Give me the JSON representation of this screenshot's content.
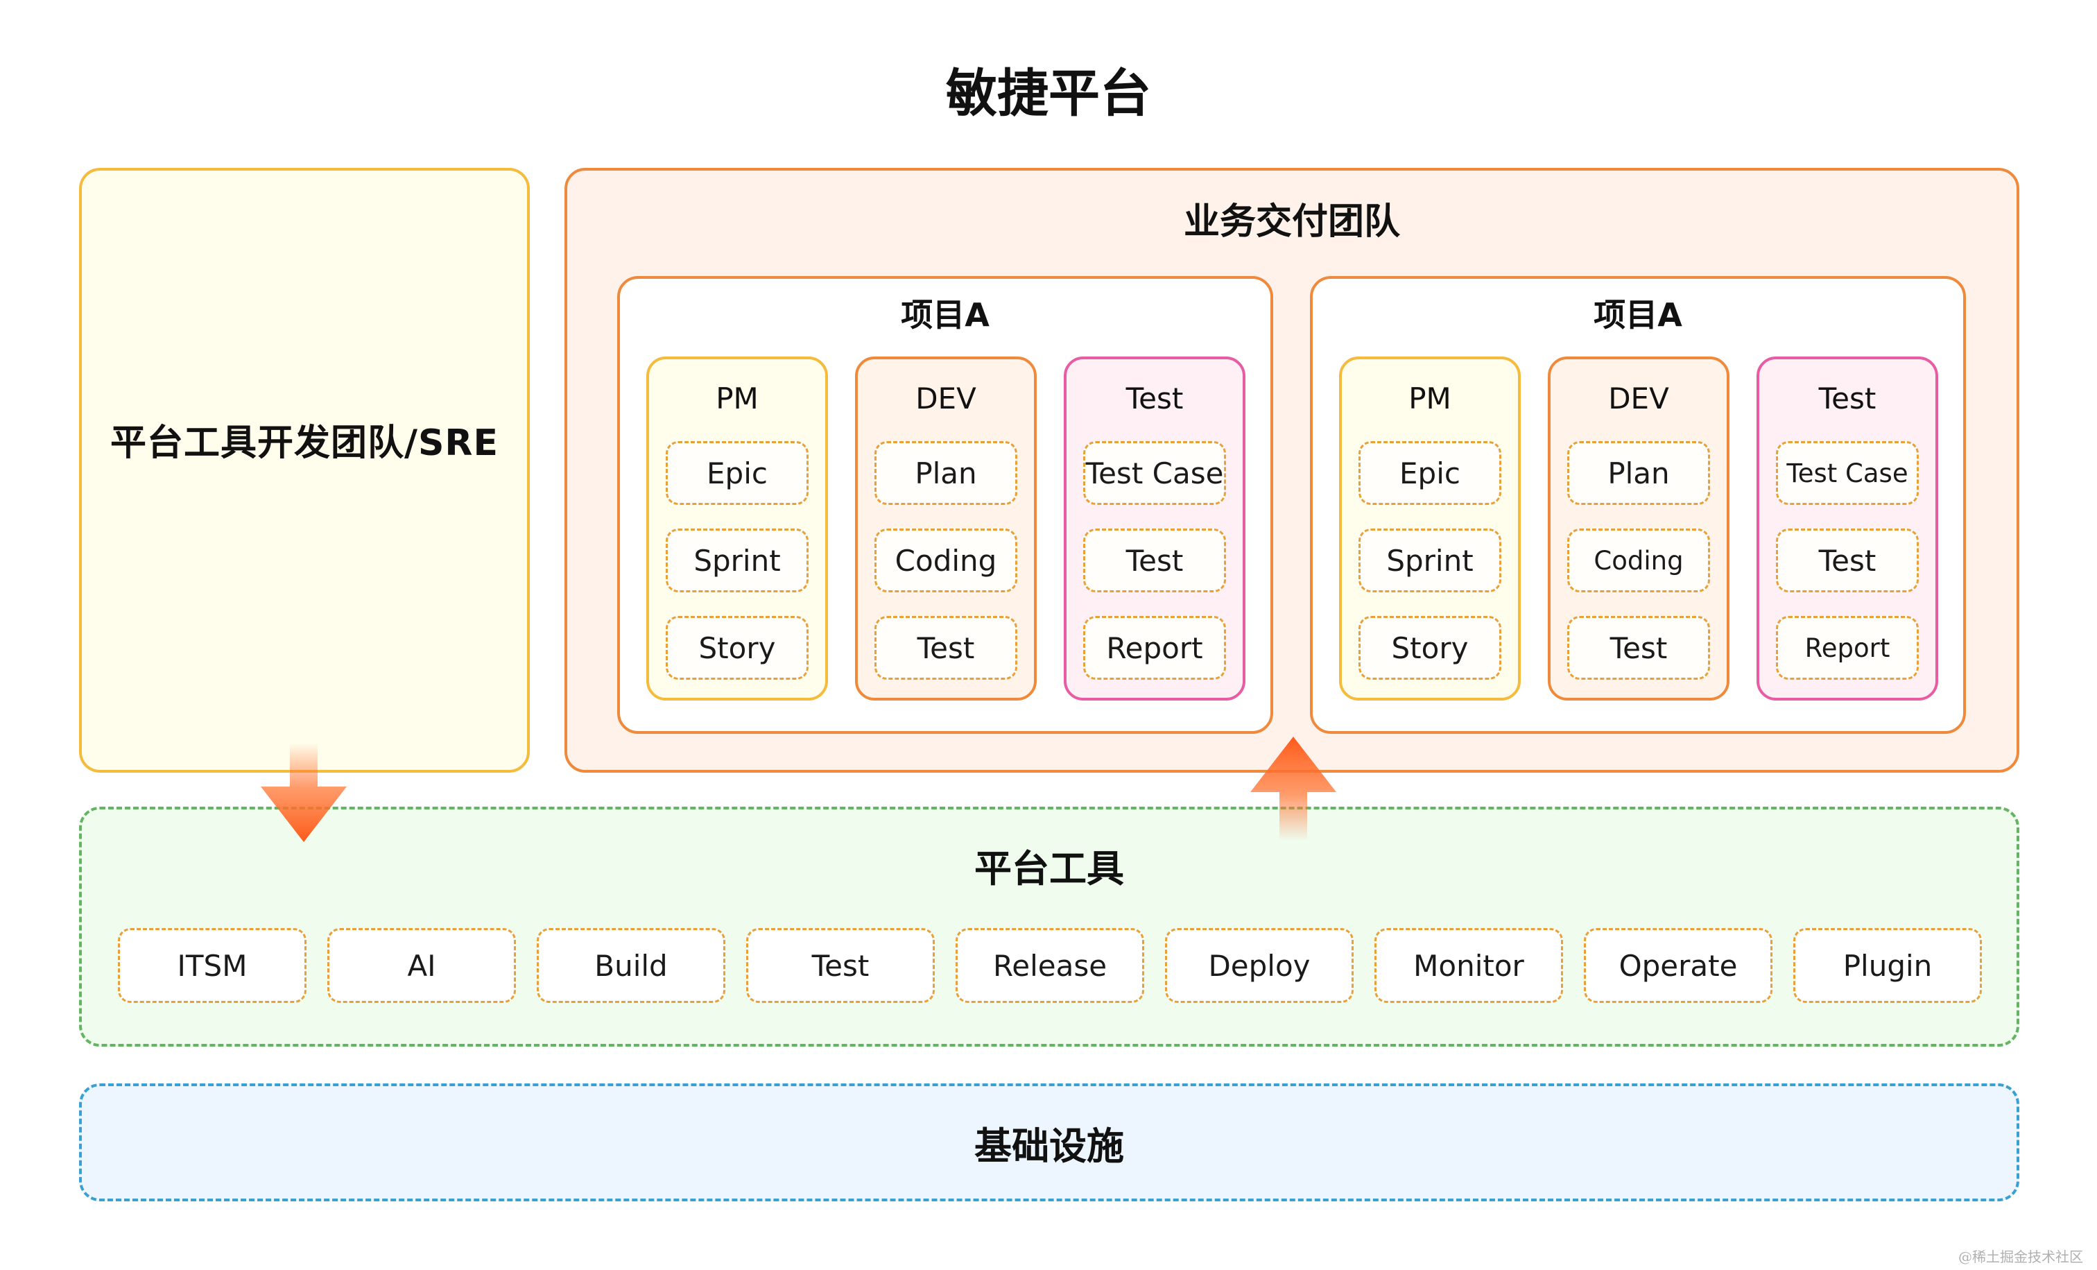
{
  "title": "敏捷平台",
  "sre_team": {
    "label": "平台工具开发团队/SRE"
  },
  "delivery": {
    "title": "业务交付团队",
    "projects": [
      {
        "title": "项目A",
        "columns": [
          {
            "title": "PM",
            "items": [
              "Epic",
              "Sprint",
              "Story"
            ]
          },
          {
            "title": "DEV",
            "items": [
              "Plan",
              "Coding",
              "Test"
            ]
          },
          {
            "title": "Test",
            "items": [
              "Test Case",
              "Test",
              "Report"
            ]
          }
        ]
      },
      {
        "title": "项目A",
        "columns": [
          {
            "title": "PM",
            "items": [
              "Epic",
              "Sprint",
              "Story"
            ]
          },
          {
            "title": "DEV",
            "items": [
              "Plan",
              "Coding",
              "Test"
            ]
          },
          {
            "title": "Test",
            "items": [
              "Test Case",
              "Test",
              "Report"
            ]
          }
        ]
      }
    ]
  },
  "platform_tools": {
    "title": "平台工具",
    "items": [
      "ITSM",
      "AI",
      "Build",
      "Test",
      "Release",
      "Deploy",
      "Monitor",
      "Operate",
      "Plugin"
    ]
  },
  "infrastructure": {
    "label": "基础设施"
  },
  "watermark": "@稀土掘金技术社区",
  "colors": {
    "pm_border": "#f4bb3c",
    "dev_border": "#ef8a3c",
    "test_border": "#e85ca4",
    "tools_border": "#63b563",
    "infra_border": "#3aa0d4",
    "arrow": "#ff6a2b"
  }
}
